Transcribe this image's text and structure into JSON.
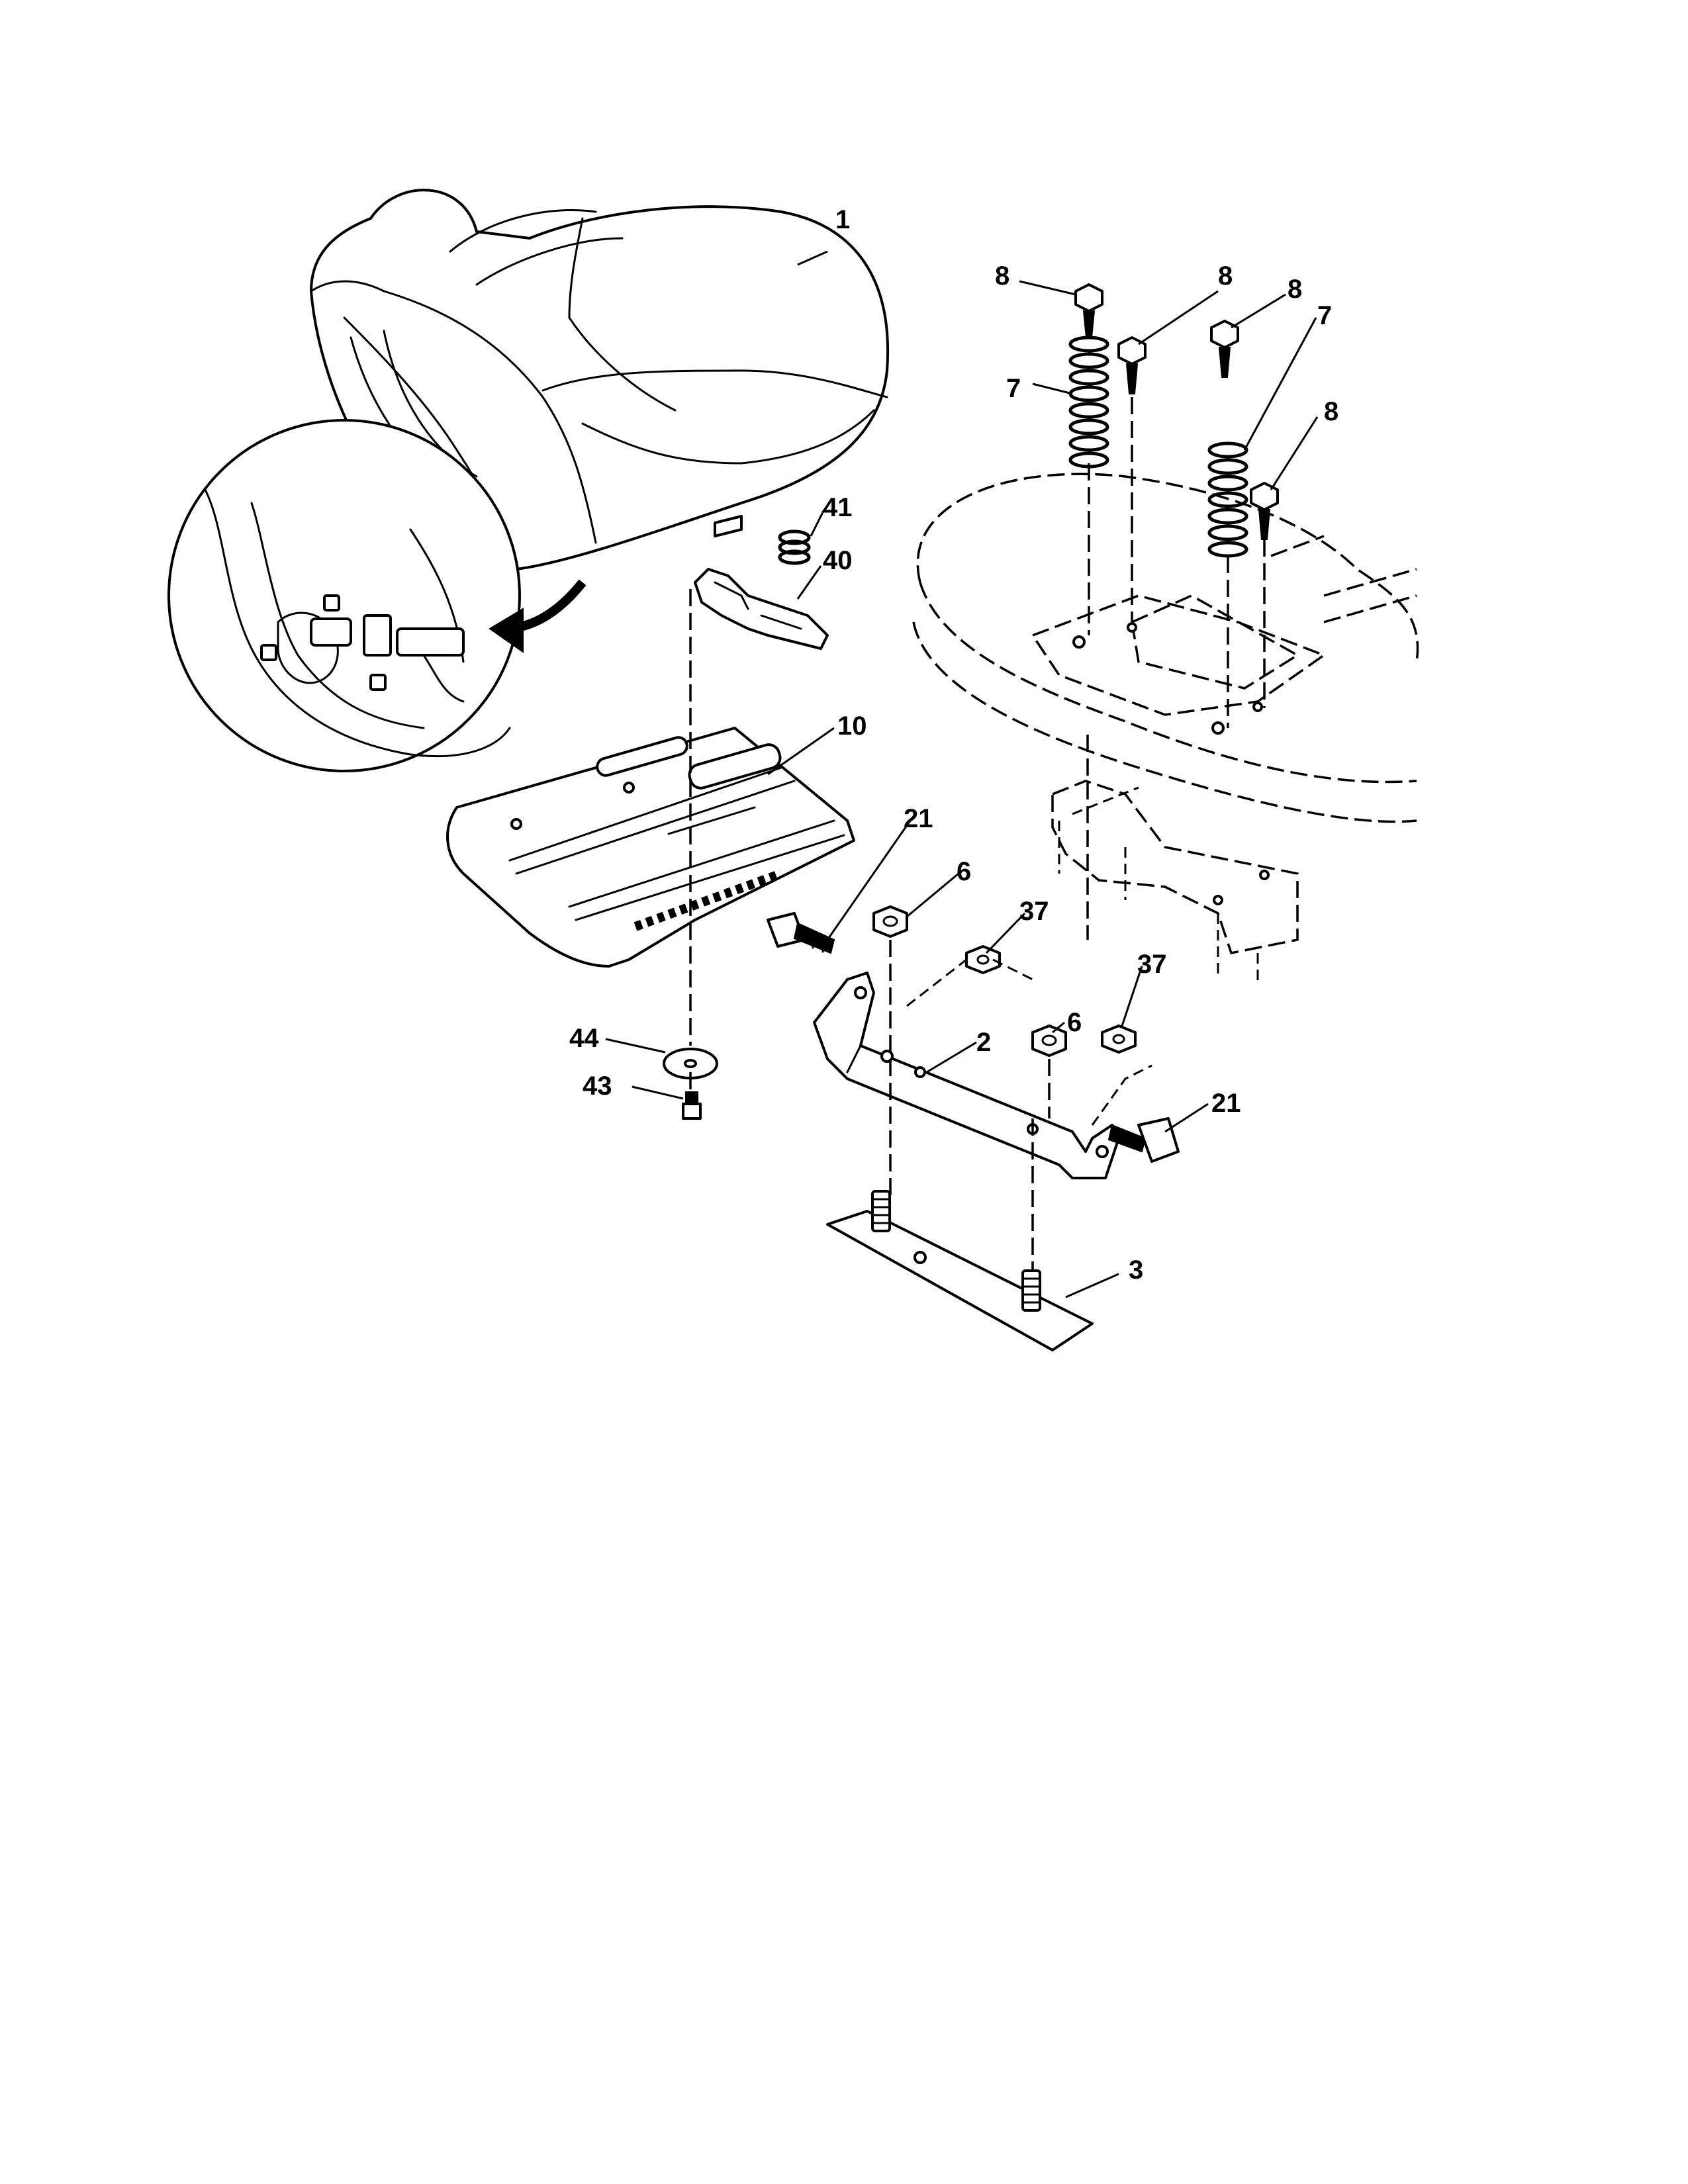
{
  "callouts": {
    "seat": "1",
    "bolt_a": "8",
    "bolt_b": "8",
    "bolt_c": "8",
    "bolt_d": "8",
    "spring_left": "7",
    "spring_right": "7",
    "spring_small": "41",
    "switch_bracket": "40",
    "seat_pan": "10",
    "shoulder_bolt_left": "21",
    "shoulder_bolt_right": "21",
    "locknut_left": "6",
    "locknut_right": "6",
    "nut_left": "37",
    "nut_right": "37",
    "bracket": "2",
    "plate": "3",
    "washer": "44",
    "screw": "43"
  }
}
